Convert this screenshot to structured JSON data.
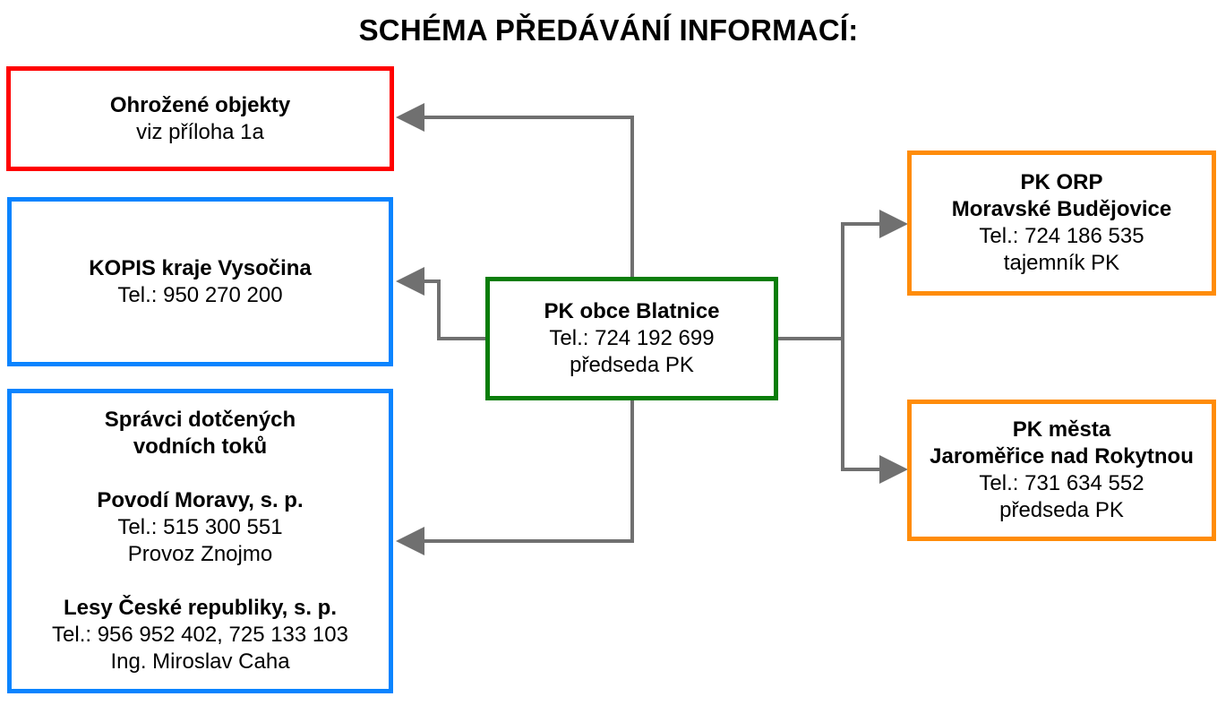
{
  "title": "SCHÉMA PŘEDÁVÁNÍ INFORMACÍ:",
  "colors": {
    "red": "#ff0000",
    "blue": "#0a84ff",
    "green": "#0a7d0a",
    "orange": "#ff8c0a",
    "arrow": "#707070"
  },
  "nodes": {
    "endangered": {
      "line1": "Ohrožené objekty",
      "line2": "viz příloha 1a"
    },
    "kopis": {
      "line1": "KOPIS kraje Vysočina",
      "line2": "Tel.: 950 270 200"
    },
    "watercourses": {
      "heading1": "Správci dotčených",
      "heading2": "vodních toků",
      "org1_name": "Povodí Moravy, s. p.",
      "org1_phone": "Tel.: 515 300 551",
      "org1_note": "Provoz Znojmo",
      "org2_name": "Lesy České republiky, s. p.",
      "org2_phone": "Tel.: 956 952 402, 725 133 103",
      "org2_contact": "Ing. Miroslav Caha"
    },
    "center": {
      "line1": "PK obce Blatnice",
      "line2": "Tel.: 724 192 699",
      "line3": "předseda PK"
    },
    "orp": {
      "line1": "PK ORP",
      "line2": "Moravské Budějovice",
      "line3": "Tel.: 724 186 535",
      "line4": "tajemník PK"
    },
    "jaromerice": {
      "line1": "PK města",
      "line2": "Jaroměřice nad Rokytnou",
      "line3": "Tel.: 731 634 552",
      "line4": "předseda PK"
    }
  },
  "edges": [
    {
      "from": "center",
      "to": "endangered"
    },
    {
      "from": "center",
      "to": "kopis"
    },
    {
      "from": "center",
      "to": "watercourses"
    },
    {
      "from": "center",
      "to": "orp"
    },
    {
      "from": "center",
      "to": "jaromerice"
    }
  ]
}
